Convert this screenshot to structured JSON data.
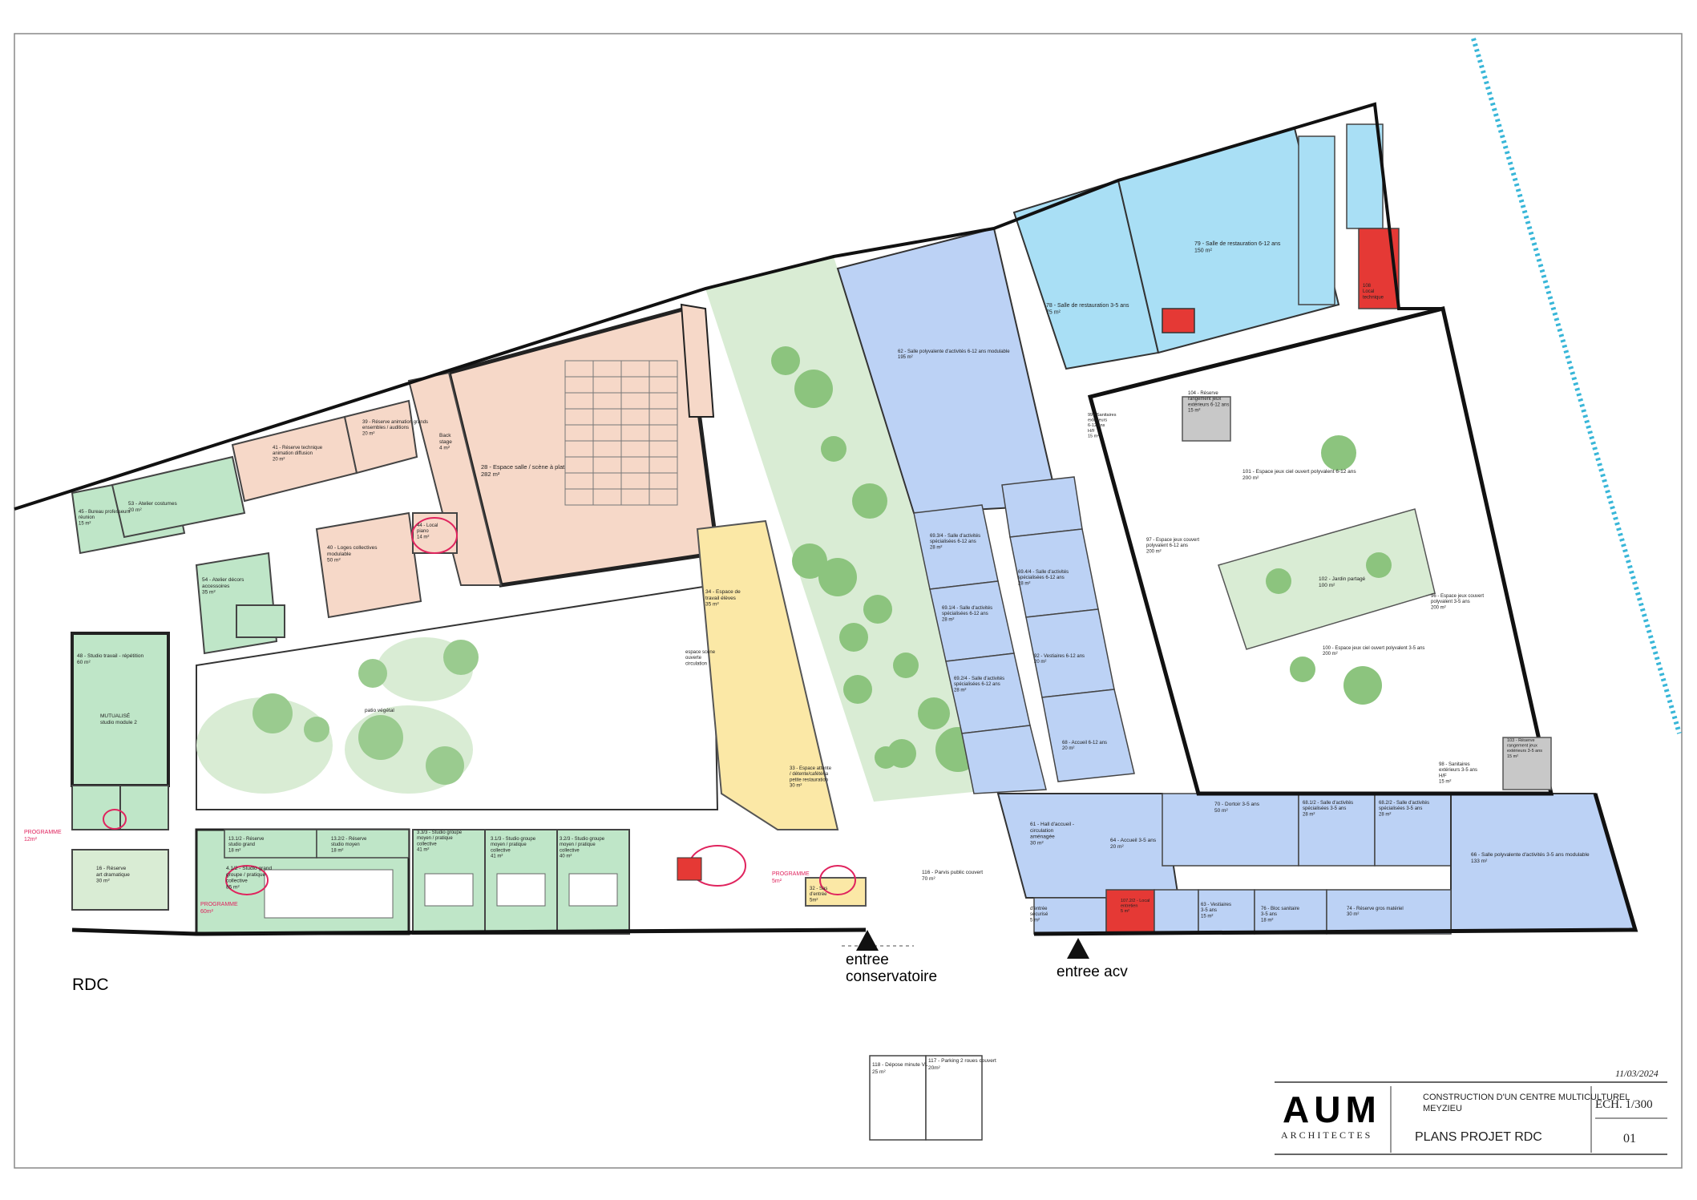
{
  "level_label": "RDC",
  "entrances": {
    "conservatoire": "entree\nconservatoire",
    "acv": "entree acv"
  },
  "title_block": {
    "date": "11/03/2024",
    "logo": "AUM",
    "logo_sub": "ARCHITECTES",
    "project": "CONSTRUCTION D'UN CENTRE MULTICULTUREL MEYZIEU",
    "sheet": "PLANS PROJET RDC",
    "scale": "ECH. 1/300",
    "number": "01"
  },
  "parking": {
    "depose": "118 - Dépose minute VL\n25 m²",
    "parking": "117 - Parking 2 roues couvert\n20m²"
  },
  "colors": {
    "culture": "#f6d8c8",
    "conservatoire": "#bfe6c8",
    "jardin": "#d9ecd4",
    "restauration": "#fbe8a6",
    "acv": "#bcd2f5",
    "restaurant_ecole": "#a9dff5",
    "technique": "#e53935",
    "reserve": "#c8c8c8"
  },
  "rooms": {
    "salle_spectacle": "28 - Espace salle / scène à plat\n282 m²",
    "back_stage": "Back\nstage\n4 m²",
    "loges": "40 - Loges collectives\nmodulable\n50 m²",
    "local_piano": "44 - Local\npiano\n14 m²",
    "reserve_technique": "41 - Réserve technique\nanimation diffusion\n20 m²",
    "reserve_animation": "39 - Réserve animation grands\nensembles / auditions\n20 m²",
    "atelier_costumes": "53 - Atelier costumes\n20 m²",
    "bureau_prof": "45 - Bureau professeurs\nréunion\n15 m²",
    "atelier_decors": "54 - Atelier décors\naccessoires\n35 m²",
    "studio_travail": "48 - Studio travail - répétition\n60 m²",
    "mutualise": "MUTUALISÉ\nstudio module 2",
    "reserve_art": "16 - Réserve\nart dramatique\n30 m²",
    "studio_grand": "4.1/2 - Studio grand\ngroupe / pratique\ncollective\n85 m²",
    "studio_moyen_1": "3.3/3 - Studio groupe\nmoyen / pratique\ncollective\n41 m²",
    "studio_moyen_2": "3.1/3 - Studio groupe\nmoyen / pratique\ncollective\n41 m²",
    "studio_moyen_3": "3.2/3 - Studio groupe\nmoyen / pratique\ncollective\n40 m²",
    "reserve_grand": "13.1/2 - Réserve\nstudio grand\n18 m²",
    "reserve_moyen": "13.2/2 - Réserve\nstudio moyen\n18 m²",
    "patio": "patio végétal",
    "espace_scene": "espace scène\nouverte\ncirculation",
    "espace_travail": "34 - Espace de\ntravail élèves\n35 m²",
    "espace_attente": "33 - Espace attente\n/ détente/cafétéria\npetite restauration\n30 m²",
    "sas_entree": "32 - Sas\nd'entrée\n5m²",
    "parvis": "116 - Parvis public couvert\n70 m²",
    "salle_poly_612": "62 - Salle polyvalente d'activités 6-12 ans modulable\n195 m²",
    "salle_act_1": "69.3/4 - Salle d'activités\nspécialisées 6-12 ans\n28 m²",
    "salle_act_2": "69.1/4 - Salle d'activités\nspécialisées 6-12 ans\n28 m²",
    "salle_act_3": "69.2/4 - Salle d'activités\nspécialisées 6-12 ans\n28 m²",
    "salle_act_4": "69.4/4 - Salle d'activités\nspécialisées 6-12 ans\n28 m²",
    "vestiaires_612": "92 - Vestiaires 6-12 ans\n20 m²",
    "accueil_612": "68 - Accueil 6-12 ans\n20 m²",
    "hall_accueil": "61 - Hall d'accueil -\ncirculation\naménagée\n30 m²",
    "accueil_35": "64 - Accueil 3-5 ans\n20 m²",
    "dortoir": "70 - Dortoir 3-5 ans\n50 m²",
    "salle_act_35_1": "68.1/2 - Salle d'activités\nspécialisées 3-5 ans\n28 m²",
    "salle_act_35_2": "68.2/2 - Salle d'activités\nspécialisées 3-5 ans\n28 m²",
    "salle_poly_35": "66 - Salle polyvalente d'activités 3-5 ans modulable\n133 m²",
    "vestiaires_35": "63 - Vestiaires\n3-5 ans\n15 m²",
    "bloc_sanitaire_35": "76 - Bloc sanitaire\n3-5 ans\n18 m²",
    "reserve_gros_materiel": "74 - Réserve gros matériel\n30 m²",
    "local_entretien": "107.2/2 - Local\nentretien\n5 m²",
    "sas_securite": "d'entrée\nsécurisé\n5 m²",
    "restauration_35": "78 - Salle de restauration 3-5 ans\n75 m²",
    "restauration_612": "79 - Salle de restauration 6-12 ans\n150 m²",
    "jeux_ciel_612": "101 - Espace jeux ciel ouvert polyvalent 6-12 ans\n200 m²",
    "jeux_couvert_612": "97 - Espace jeux couvert\npolyvalent 6-12 ans\n200 m²",
    "jardin_partage": "102 - Jardin partagé\n100 m²",
    "jeux_ciel_35": "100 - Espace jeux ciel ouvert polyvalent 3-5 ans\n200 m²",
    "jeux_couvert_35": "96 - Espace jeux couvert\npolyvalent 3-5 ans\n200 m²",
    "reserve_jeux_612": "104 - Réserve\nrangement jeux\nextérieurs 6-12 ans\n15 m²",
    "reserve_jeux_35": "103 - Réserve\nrangement jeux\nextérieurs 3-5 ans\n15 m²",
    "sanitaires_ext_35": "98 - Sanitaires\nextérieurs 3-5 ans\nH/F\n15 m²",
    "sanitaires_ext_612": "99 - Sanitaires\nextérieurs\n6-12 ans\nH/F\n15 m²",
    "local_technique": "108\nLocal\ntechnique"
  },
  "programme_notes": [
    "PROGRAMME\n12m²",
    "PROGRAMME\n60m²",
    "PROGRAMME\n5m²"
  ]
}
